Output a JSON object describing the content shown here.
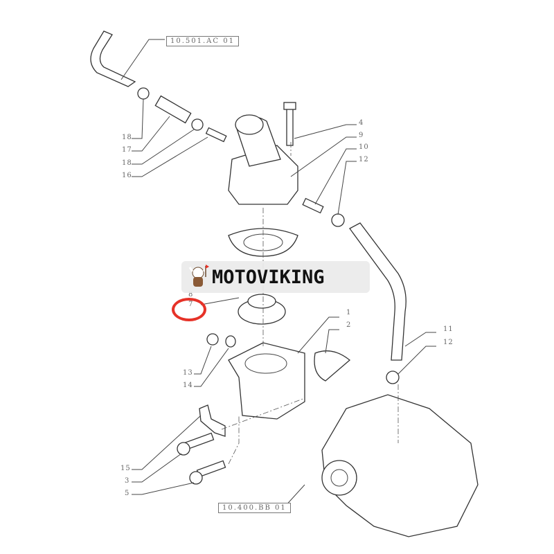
{
  "diagram": {
    "reference_boxes": [
      "10.501.AC 01",
      "10.400.BB 01"
    ],
    "callouts_left": [
      "18",
      "17",
      "18",
      "16",
      "8",
      "7",
      "13",
      "14",
      "15",
      "3",
      "5"
    ],
    "callouts_right": [
      "4",
      "9",
      "10",
      "12",
      "1",
      "2",
      "11",
      "12"
    ]
  },
  "watermark": {
    "text": "MOTOVIKING"
  },
  "highlight": {
    "color": "#e63228",
    "target_callout": "7"
  }
}
